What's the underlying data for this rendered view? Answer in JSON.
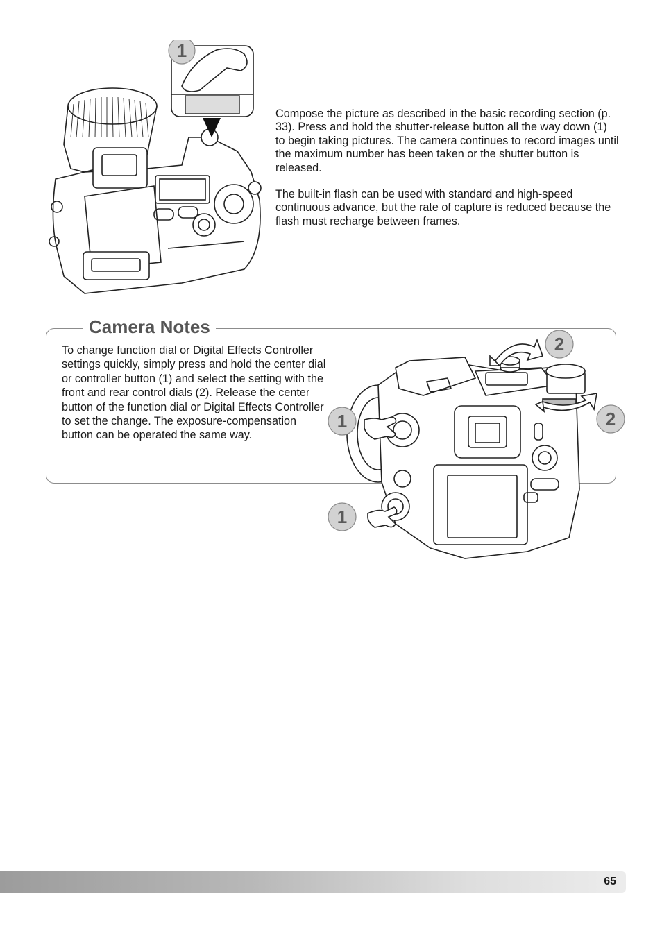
{
  "main": {
    "paragraph_1": "Compose the picture as described in the basic recording section (p. 33). Press and hold the shutter-release button all the way down (1) to begin taking pictures. The camera continues to record images until the maximum number has been taken or the shutter button is released.",
    "paragraph_2": "The built-in flash can be used with standard and high-speed continuous advance, but the rate of capture is reduced because the flash must recharge between frames."
  },
  "camera_notes": {
    "title": "Camera Notes",
    "text": "To change function dial or Digital Effects Controller settings quickly, simply press and hold the center dial or controller button (1) and select the setting with the front and rear control dials (2). Release the center button of the function dial or Digital Effects Controller to set the change. The exposure-compensation button can be operated the same way."
  },
  "callouts": {
    "top_shutter": "1",
    "notes_front_dial": "2",
    "notes_rear_dial": "2",
    "notes_function_dial": "1",
    "notes_controller": "1"
  },
  "footer": {
    "page_number": "65"
  },
  "colors": {
    "callout_fill": "#d2d2d2",
    "callout_text": "#5a5a5a",
    "box_border": "#8c8c8c"
  }
}
